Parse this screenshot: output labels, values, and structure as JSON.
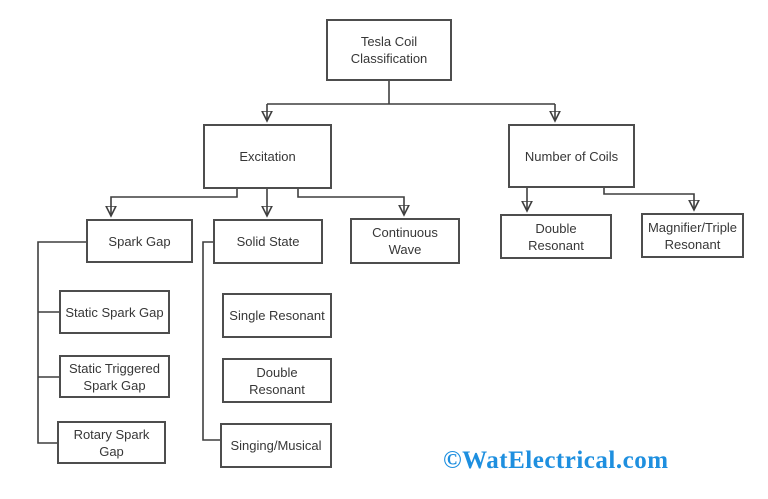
{
  "nodes": {
    "root": {
      "label": "Tesla Coil Classification"
    },
    "excitation": {
      "label": "Excitation"
    },
    "number_of_coils": {
      "label": "Number of Coils"
    },
    "spark_gap": {
      "label": "Spark Gap"
    },
    "solid_state": {
      "label": "Solid State"
    },
    "continuous_wave": {
      "label": "Continuous Wave"
    },
    "noc_double_resonant": {
      "label": "Double Resonant"
    },
    "magnifier_triple_resonant": {
      "label": "Magnifier/Triple Resonant"
    },
    "static_spark_gap": {
      "label": "Static Spark Gap"
    },
    "static_triggered_spark_gap": {
      "label": "Static Triggered Spark Gap"
    },
    "rotary_spark_gap": {
      "label": "Rotary Spark Gap"
    },
    "single_resonant": {
      "label": "Single Resonant"
    },
    "ss_double_resonant": {
      "label": "Double Resonant"
    },
    "singing_musical": {
      "label": "Singing/Musical"
    }
  },
  "edges": [
    {
      "from": "root",
      "to": "excitation",
      "arrow": true
    },
    {
      "from": "root",
      "to": "number_of_coils",
      "arrow": true
    },
    {
      "from": "excitation",
      "to": "spark_gap",
      "arrow": true
    },
    {
      "from": "excitation",
      "to": "solid_state",
      "arrow": true
    },
    {
      "from": "excitation",
      "to": "continuous_wave",
      "arrow": true
    },
    {
      "from": "number_of_coils",
      "to": "noc_double_resonant",
      "arrow": true
    },
    {
      "from": "number_of_coils",
      "to": "magnifier_triple_resonant",
      "arrow": true
    },
    {
      "from": "spark_gap",
      "to": "static_spark_gap",
      "arrow": false
    },
    {
      "from": "spark_gap",
      "to": "static_triggered_spark_gap",
      "arrow": false
    },
    {
      "from": "spark_gap",
      "to": "rotary_spark_gap",
      "arrow": false
    },
    {
      "from": "solid_state",
      "to": "singing_musical",
      "arrow": false
    }
  ],
  "watermark": "©WatElectrical.com",
  "colors": {
    "box_border": "#4d4d4d",
    "line": "#3f3f3f",
    "arrowhead": "#1a1a1a",
    "text": "#373737",
    "watermark": "#1e8fdf",
    "background": "#ffffff"
  }
}
